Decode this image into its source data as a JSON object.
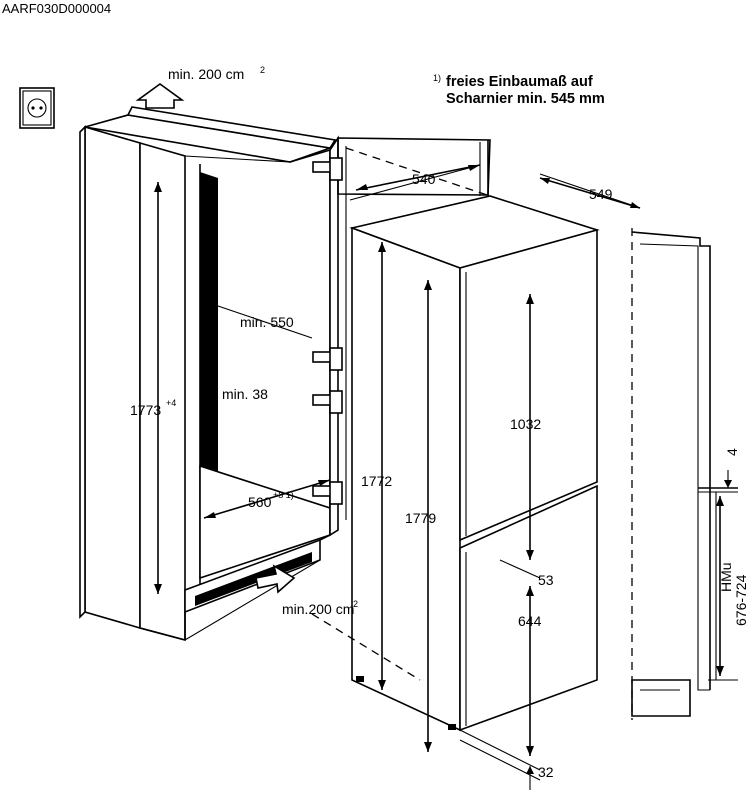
{
  "code": "AARF030D000004",
  "note": {
    "marker": "1)",
    "line1": "freies Einbaumaß auf",
    "line2": "Scharnier min. 545 mm"
  },
  "labels": {
    "vent_top": "min. 200 cm",
    "vent_top_sup": "2",
    "vent_bottom": "min.200 cm",
    "vent_bottom_sup": "2",
    "niche_depth": "min. 550",
    "rear_gap": "min. 38",
    "niche_height": "1773",
    "niche_height_sup": "+4",
    "niche_width": "560",
    "niche_width_sup": "+8 1)",
    "appliance_width": "540",
    "appliance_depth": "549",
    "appliance_height": "1772",
    "appliance_total_height": "1779",
    "upper_door_height": "1032",
    "door_gap": "53",
    "lower_door_height": "644",
    "bottom_offset": "32",
    "side_gap": "4",
    "hmu_label": "HMu",
    "hmu_range": "676-724"
  }
}
